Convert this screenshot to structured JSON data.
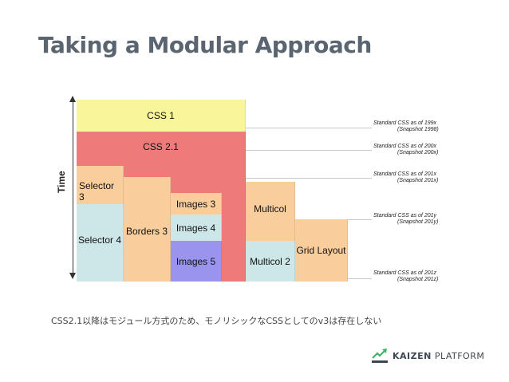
{
  "slide": {
    "title": "Taking a Modular Approach",
    "caption": "CSS2.1以降はモジュール方式のため、モノリシックなCSSとしてのv3は存在しない"
  },
  "diagram": {
    "axis_label": "Time",
    "blocks": {
      "css1": "CSS 1",
      "css21": "CSS 2.1",
      "selector3": "Selector 3",
      "selector4": "Selector 4",
      "borders3": "Borders 3",
      "images3": "Images 3",
      "images4": "Images 4",
      "images5": "Images 5",
      "multicol": "Multicol",
      "multicol2": "Multicol 2",
      "grid_layout": "Grid Layout"
    },
    "snapshots": [
      {
        "line1": "Standard CSS as of 199x",
        "line2": "(Snapshot 1998)"
      },
      {
        "line1": "Standard CSS as of 200x",
        "line2": "(Snapshot 200x)"
      },
      {
        "line1": "Standard CSS as of 201x",
        "line2": "(Snapshot 201x)"
      },
      {
        "line1": "Standard CSS as of 201y",
        "line2": "(Snapshot 201y)"
      },
      {
        "line1": "Standard CSS as of 201z",
        "line2": "(Snapshot 201z)"
      }
    ],
    "colors": {
      "css1": "#f8f59a",
      "css21": "#ee7a7a",
      "orange": "#f9cd9c",
      "cyan": "#cde6e8",
      "purple": "#9a94ee"
    }
  },
  "logo": {
    "name_bold": "KAIZEN",
    "name_rest": "PLATFORM",
    "color": "#3fb56b"
  }
}
